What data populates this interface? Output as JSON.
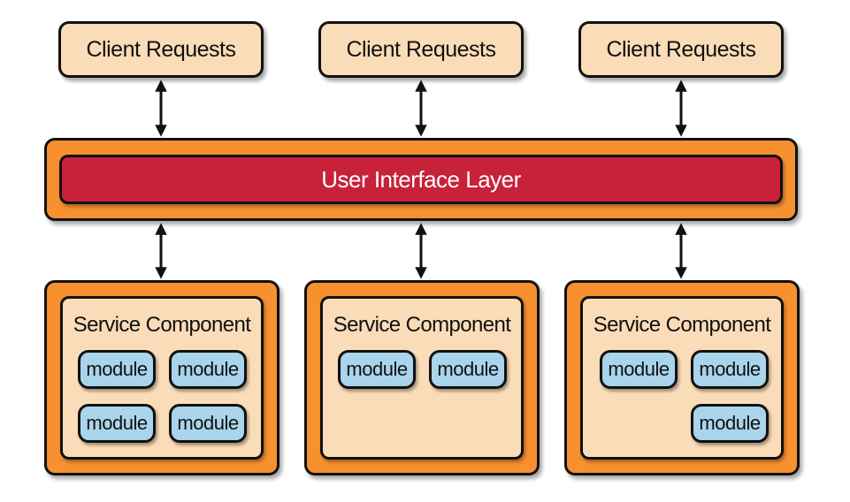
{
  "clients": [
    {
      "label": "Client Requests"
    },
    {
      "label": "Client Requests"
    },
    {
      "label": "Client Requests"
    }
  ],
  "ui_layer": {
    "label": "User Interface Layer"
  },
  "services": [
    {
      "title": "Service Component",
      "modules": [
        "module",
        "module",
        "module",
        "module"
      ]
    },
    {
      "title": "Service Component",
      "modules": [
        "module",
        "module"
      ]
    },
    {
      "title": "Service Component",
      "modules": [
        "module",
        "module",
        "module"
      ]
    }
  ],
  "colors": {
    "client_fill": "#fbdcb8",
    "layer_outer": "#f7902f",
    "ui_fill": "#c8213a",
    "module_fill": "#a9d4ec",
    "stroke": "#111111"
  }
}
